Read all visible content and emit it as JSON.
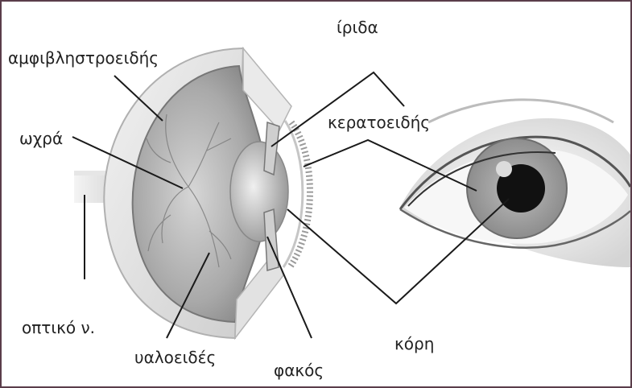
{
  "labels": {
    "retina": "αμφιβληστροειδής",
    "iris": "ίριδα",
    "cornea": "κερατοειδής",
    "macula": "ωχρά",
    "optic_nerve": "οπτικό ν.",
    "vitreous": "υαλοειδές",
    "lens": "φακός",
    "pupil": "κόρη"
  },
  "colors": {
    "frame": "#5a3d4a",
    "line": "#1a1a1a",
    "text": "#222222"
  }
}
